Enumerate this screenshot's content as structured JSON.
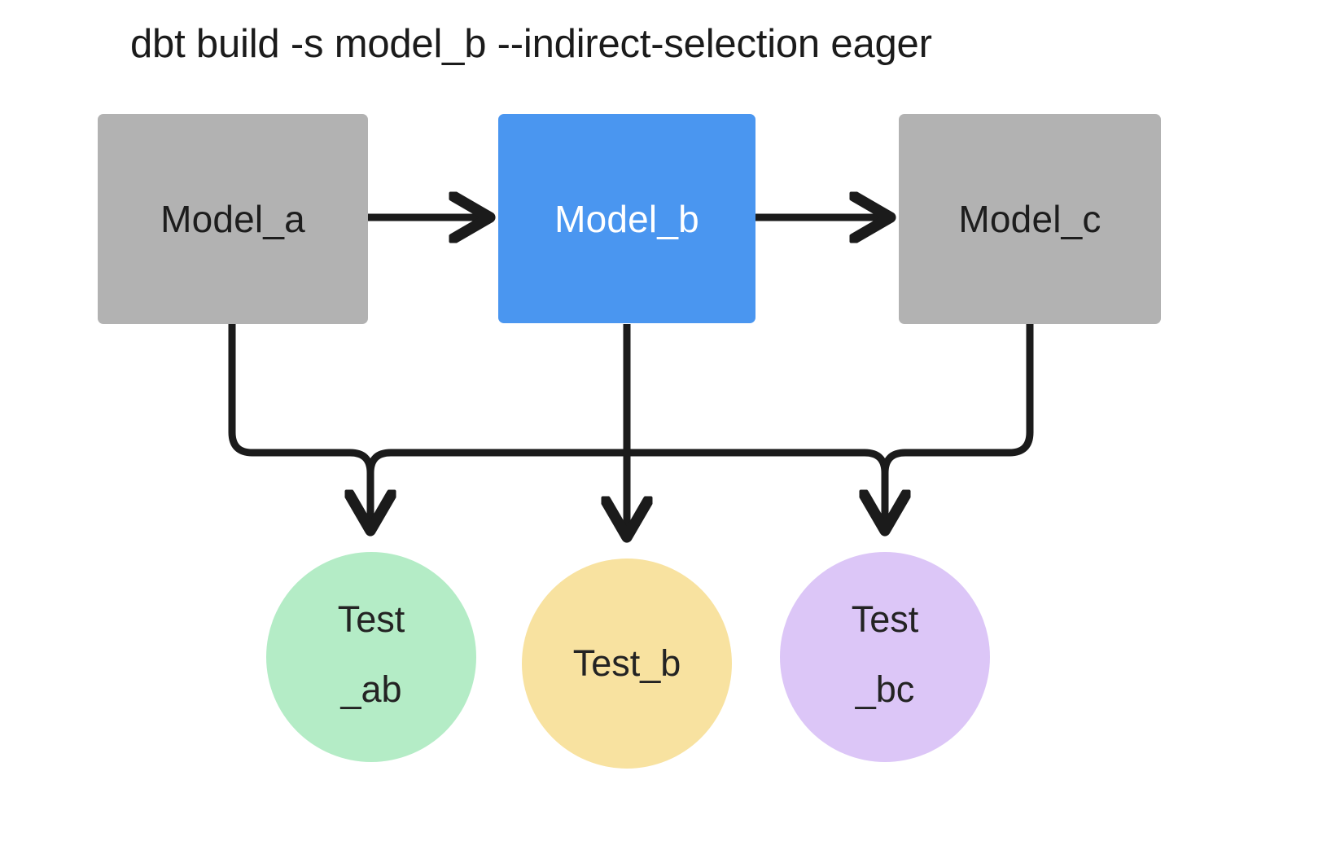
{
  "title": "dbt build -s model_b --indirect-selection eager",
  "colors": {
    "background": "#ffffff",
    "model_default": "#b2b2b2",
    "model_selected": "#4a96f0",
    "test_ab": "#b4ecc6",
    "test_b": "#f8e2a0",
    "test_bc": "#dcc6f7",
    "edge": "#1b1b1b",
    "text_dark": "#1d1d1d",
    "text_light": "#ffffff"
  },
  "nodes": {
    "model_a": {
      "label": "Model_a",
      "shape": "rectangle",
      "state": "unselected"
    },
    "model_b": {
      "label": "Model_b",
      "shape": "rectangle",
      "state": "selected"
    },
    "model_c": {
      "label": "Model_c",
      "shape": "rectangle",
      "state": "unselected"
    },
    "test_ab": {
      "label_line1": "Test",
      "label_line2": "_ab",
      "shape": "circle",
      "state": "selected"
    },
    "test_b": {
      "label_line1": "Test_b",
      "label_line2": "",
      "shape": "circle",
      "state": "selected"
    },
    "test_bc": {
      "label_line1": "Test",
      "label_line2": "_bc",
      "shape": "circle",
      "state": "selected"
    }
  },
  "edges": [
    {
      "from": "model_a",
      "to": "model_b",
      "kind": "horizontal-arrow"
    },
    {
      "from": "model_b",
      "to": "model_c",
      "kind": "horizontal-arrow"
    },
    {
      "from": "model_a",
      "to": "test_ab",
      "kind": "elbow-arrow"
    },
    {
      "from": "model_b",
      "to": "test_ab",
      "kind": "elbow-arrow"
    },
    {
      "from": "model_b",
      "to": "test_b",
      "kind": "straight-arrow"
    },
    {
      "from": "model_b",
      "to": "test_bc",
      "kind": "elbow-arrow"
    },
    {
      "from": "model_c",
      "to": "test_bc",
      "kind": "elbow-arrow"
    }
  ]
}
